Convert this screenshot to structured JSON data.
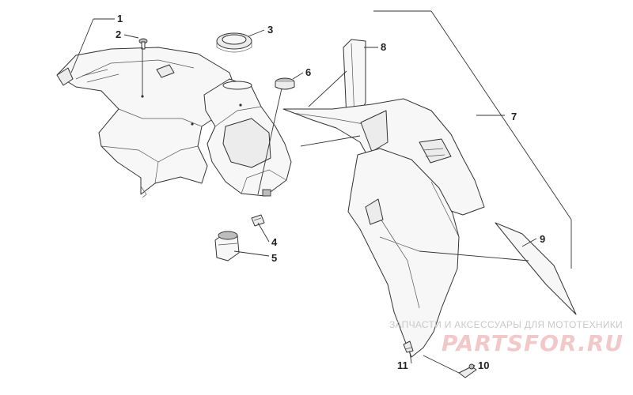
{
  "diagram": {
    "callouts": [
      {
        "id": "1",
        "label": "1"
      },
      {
        "id": "2",
        "label": "2"
      },
      {
        "id": "3",
        "label": "3"
      },
      {
        "id": "4",
        "label": "4"
      },
      {
        "id": "5",
        "label": "5"
      },
      {
        "id": "6",
        "label": "6"
      },
      {
        "id": "7",
        "label": "7"
      },
      {
        "id": "8",
        "label": "8"
      },
      {
        "id": "9",
        "label": "9"
      },
      {
        "id": "10",
        "label": "10"
      },
      {
        "id": "11",
        "label": "11"
      }
    ]
  },
  "watermark": {
    "text": "ЗАПЧАСТИ И АКСЕССУАРЫ ДЛЯ МОТОТЕХНИКИ",
    "logo": "PARTSFOR.RU"
  }
}
